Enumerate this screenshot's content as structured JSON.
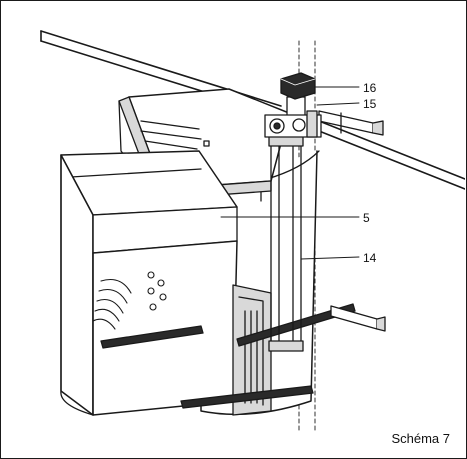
{
  "figure": {
    "caption": "Schéma 7",
    "callouts": {
      "c16": "16",
      "c15": "15",
      "c5": "5",
      "c14": "14"
    }
  },
  "colors": {
    "line": "#1a1a1a",
    "fill": "#ffffff",
    "shade": "#d9d9d9",
    "dark": "#2a2a2a"
  }
}
